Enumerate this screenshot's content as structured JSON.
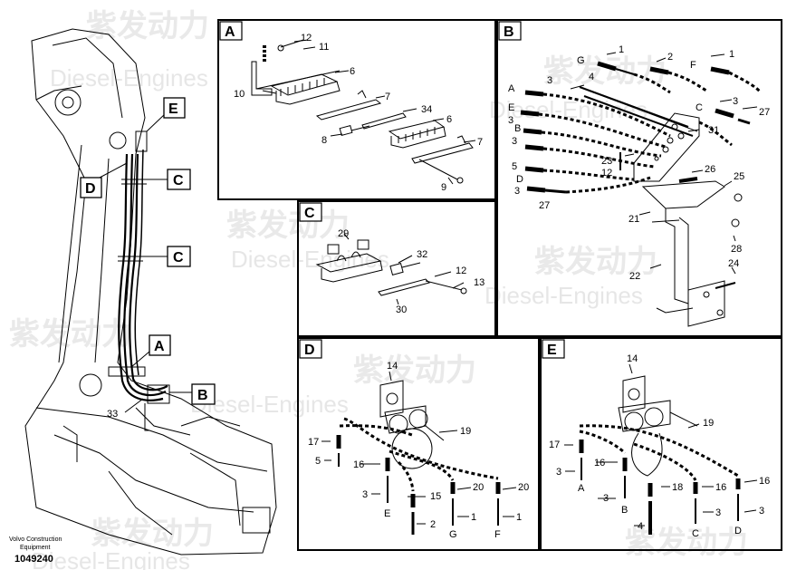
{
  "watermark": {
    "cn": "紫发动力",
    "en": "Diesel-Engines"
  },
  "footer": {
    "line1": "Volvo Construction",
    "line2": "Equipment",
    "number": "1049240"
  },
  "callouts": {
    "E": "E",
    "D": "D",
    "C1": "C",
    "C2": "C",
    "A": "A",
    "B": "B",
    "n33": "33"
  },
  "panels": {
    "A": {
      "title": "A",
      "labels": [
        "12",
        "11",
        "6",
        "10",
        "7",
        "34",
        "6",
        "8",
        "7",
        "9"
      ]
    },
    "B": {
      "title": "B",
      "labels": [
        "1",
        "2",
        "1",
        "G",
        "F",
        "A",
        "3",
        "4",
        "3",
        "27",
        "E",
        "C",
        "3",
        "B",
        "31",
        "3",
        "23",
        "12",
        "5",
        "26",
        "25",
        "D",
        "3",
        "27",
        "21",
        "28",
        "24",
        "22"
      ]
    },
    "C": {
      "title": "C",
      "labels": [
        "29",
        "32",
        "12",
        "13",
        "30"
      ]
    },
    "D": {
      "title": "D",
      "labels": [
        "14",
        "19",
        "17",
        "5",
        "16",
        "20",
        "20",
        "3",
        "15",
        "E",
        "2",
        "1",
        "G",
        "1",
        "F"
      ]
    },
    "E": {
      "title": "E",
      "labels": [
        "14",
        "19",
        "17",
        "16",
        "3",
        "18",
        "16",
        "16",
        "A",
        "3",
        "3",
        "3",
        "B",
        "4",
        "C",
        "D"
      ]
    }
  }
}
